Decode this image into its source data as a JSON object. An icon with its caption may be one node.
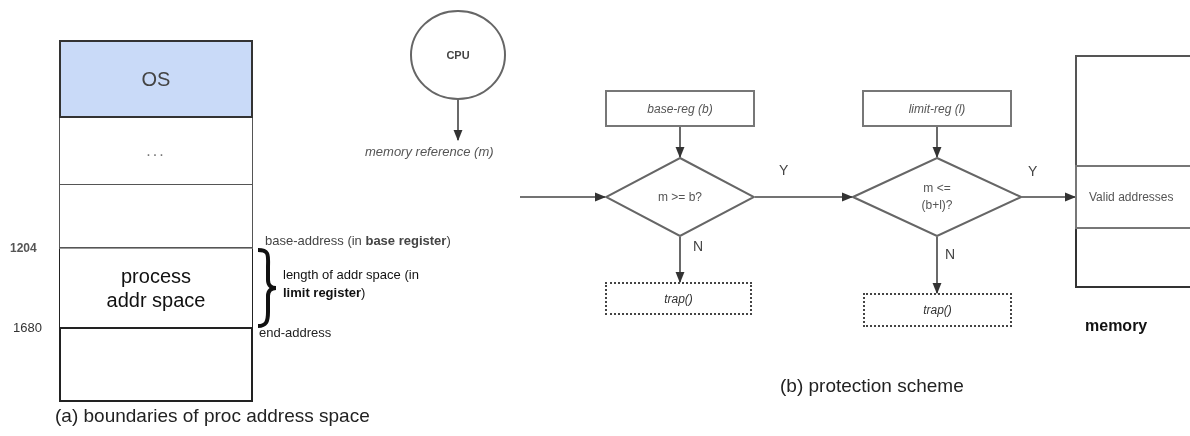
{
  "diagram": {
    "nodes": [
      {
        "text": [
          "OS"
        ]
      },
      {
        "text": [
          "..."
        ]
      },
      {
        "text": [],
        "shape": "box"
      },
      {
        "text": [
          "process addr space"
        ]
      },
      {
        "text": [],
        "shape": "box"
      },
      {
        "text": [
          "CPU"
        ]
      },
      {
        "text": [
          "memory reference (m)"
        ]
      },
      {
        "text": [
          "base-reg (b)"
        ]
      },
      {
        "text": [
          "m >= b?"
        ]
      },
      {
        "text": [
          "trap()"
        ]
      },
      {
        "text": [
          "limit-reg (l)"
        ]
      },
      {
        "text": [
          "m <= (b+l)?"
        ]
      },
      {
        "text": [
          "trap()"
        ]
      },
      {
        "text": [
          "memory"
        ]
      },
      {
        "text": [],
        "shape": "box",
        "in": 13
      },
      {
        "text": [
          "Valid addresses"
        ],
        "in": 13
      },
      {
        "text": [],
        "shape": "box",
        "in": 13
      }
    ],
    "edges": [
      {
        "from": 5,
        "to": 6,
        "arrow": "to"
      },
      {
        "from": 6,
        "to": 8,
        "arrow": "to"
      },
      {
        "from": 7,
        "to": 8,
        "arrow": "to"
      },
      {
        "from": 8,
        "to": 11,
        "arrow": "to",
        "label": "Y"
      },
      {
        "from": 8,
        "to": 9,
        "arrow": "to",
        "label": "N"
      },
      {
        "from": 10,
        "to": 11,
        "arrow": "to"
      },
      {
        "from": 11,
        "to": 15,
        "arrow": "to",
        "label": "Y"
      },
      {
        "from": 11,
        "to": 12,
        "arrow": "to",
        "label": "N"
      }
    ],
    "labels": [
      "1204",
      "base-address (in **base register**)",
      "length of addr space (in **limit register**)",
      "1680",
      "end-address",
      "(a) boundaries of proc address space",
      "(b) protection scheme"
    ]
  }
}
